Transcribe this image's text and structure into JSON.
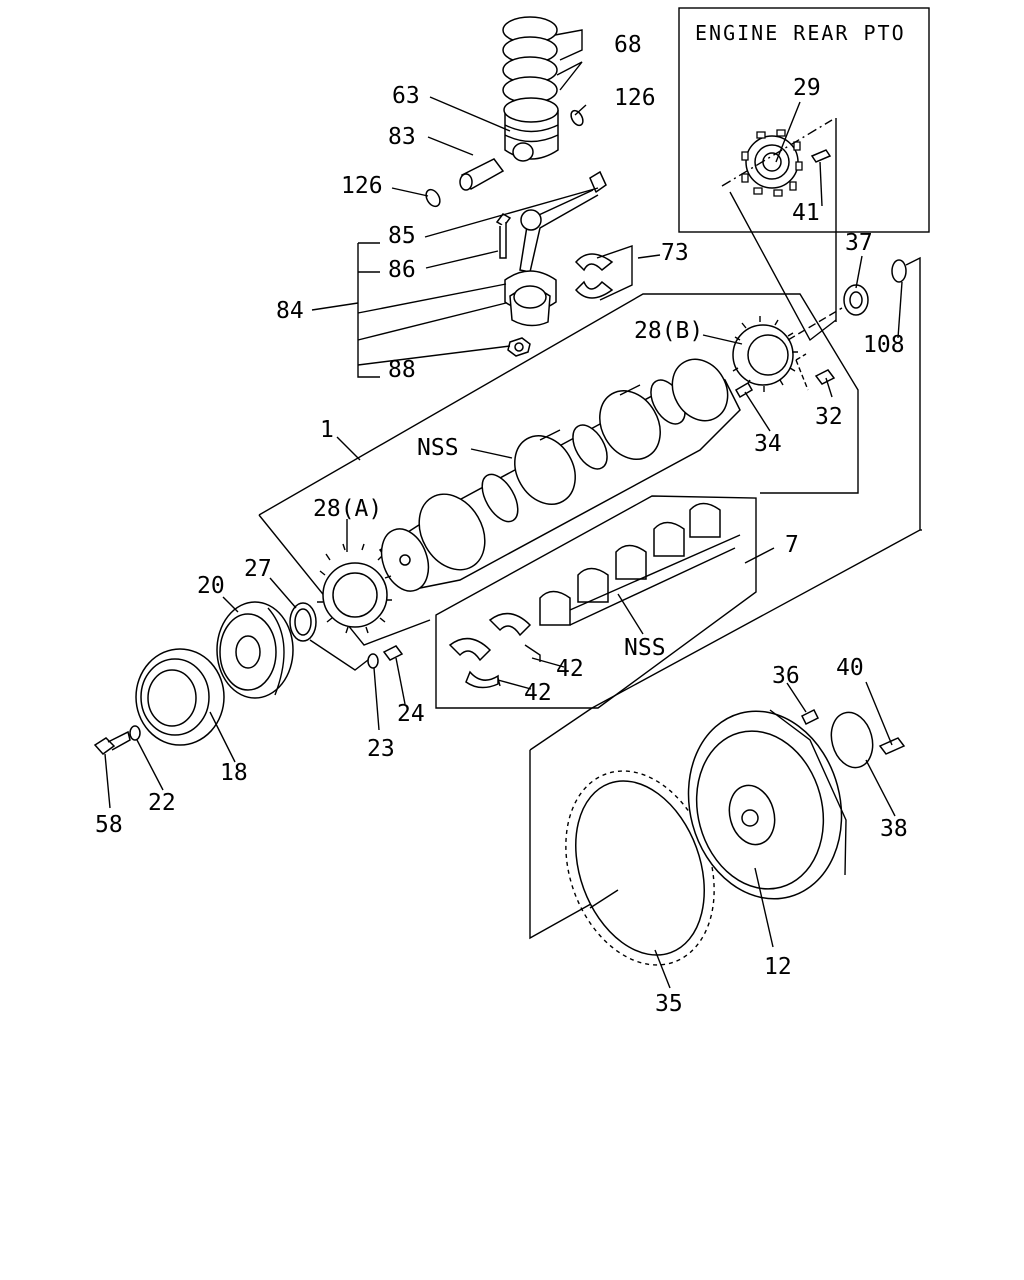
{
  "inset": {
    "title": "ENGINE REAR PTO"
  },
  "labels": {
    "p68": "68",
    "p63": "63",
    "p126a": "126",
    "p83": "83",
    "p126b": "126",
    "p85": "85",
    "p73": "73",
    "p86": "86",
    "p84": "84",
    "p88": "88",
    "p29": "29",
    "p41": "41",
    "p37": "37",
    "p28b": "28(B)",
    "p108": "108",
    "p32": "32",
    "p1": "1",
    "nss_crank": "NSS",
    "p34": "34",
    "p28a": "28(A)",
    "p7": "7",
    "p27": "27",
    "p20": "20",
    "nss_bearing": "NSS",
    "p42a": "42",
    "p42b": "42",
    "p36": "36",
    "p40": "40",
    "p24": "24",
    "p23": "23",
    "p18": "18",
    "p22": "22",
    "p58": "58",
    "p38": "38",
    "p12": "12",
    "p35": "35"
  },
  "colors": {
    "line": "#000000",
    "background": "#ffffff"
  }
}
